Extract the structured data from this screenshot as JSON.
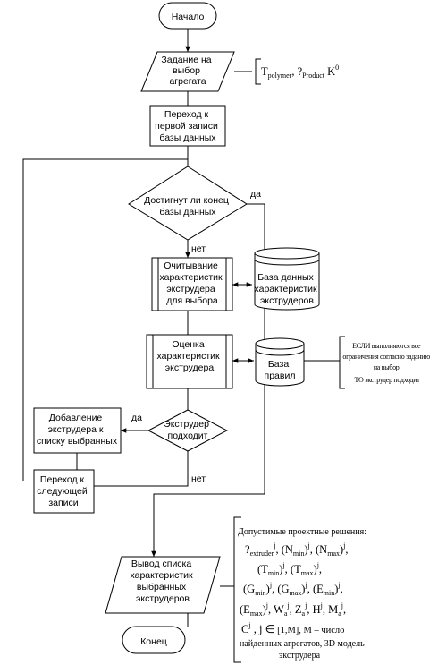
{
  "flowchart": {
    "start": "Начало",
    "input": {
      "lines": [
        "Задание на",
        "выбор",
        "агрегата"
      ]
    },
    "input_note": [
      "T",
      "polymer",
      ", ?",
      "Product",
      " K",
      "0"
    ],
    "goto_first": {
      "lines": [
        "Переход к",
        "первой записи",
        "базы данных"
      ]
    },
    "decision_end": {
      "lines": [
        "Достигнут ли конец",
        "базы данных"
      ]
    },
    "read_chars": {
      "lines": [
        "Очитывание",
        "характеристик",
        "экструдера",
        "для выбора"
      ]
    },
    "db_extruders": {
      "lines": [
        "База данных",
        "характеристик",
        "экструдеров"
      ]
    },
    "evaluate": {
      "lines": [
        "Оценка",
        "характеристик",
        "экструдера"
      ]
    },
    "db_rules": {
      "lines": [
        "База",
        "правил"
      ]
    },
    "rule_note": {
      "lines": [
        "ЕСЛИ выполняются все",
        "ограничения согласно заданию",
        "на выбор",
        "ТО экструдер подходит"
      ]
    },
    "add_extruder": {
      "lines": [
        "Добавление",
        "экструдера к",
        "списку выбранных"
      ]
    },
    "decision_fit": {
      "lines": [
        "Экструдер",
        "подходит"
      ]
    },
    "goto_next": {
      "lines": [
        "Переход к",
        "следующей",
        "записи"
      ]
    },
    "output": {
      "lines": [
        "Вывод списка",
        "характеристик",
        "выбранных",
        "экструдеров"
      ]
    },
    "end": "Конец",
    "labels": {
      "yes": "да",
      "no": "нет"
    },
    "solutions": {
      "header": "Допустимые проектные решения:",
      "line1": [
        "?",
        "extruder",
        "j",
        ", (N",
        "min",
        ")",
        "j",
        ", (N",
        "max",
        ")",
        "j",
        ","
      ],
      "line2": [
        "(T",
        "min",
        ")",
        "j",
        ", (T",
        "max",
        ")",
        "j",
        ","
      ],
      "line3": [
        "(G",
        "min",
        ")",
        "j",
        ", (G",
        "max",
        ")",
        "j",
        ", (E",
        "min",
        ")",
        "j",
        ","
      ],
      "line4": [
        "(E",
        "max",
        ")",
        "j",
        ", W",
        "a",
        "j",
        ", Z",
        "a",
        "j",
        ", H",
        "j",
        ", M",
        "a",
        "j",
        ","
      ],
      "line5": [
        "C",
        "j",
        " , j ",
        "∈",
        " [1,M],  M – число"
      ],
      "line6": "найденных агрегатов, 3D модель",
      "line7": "экструдера"
    }
  }
}
